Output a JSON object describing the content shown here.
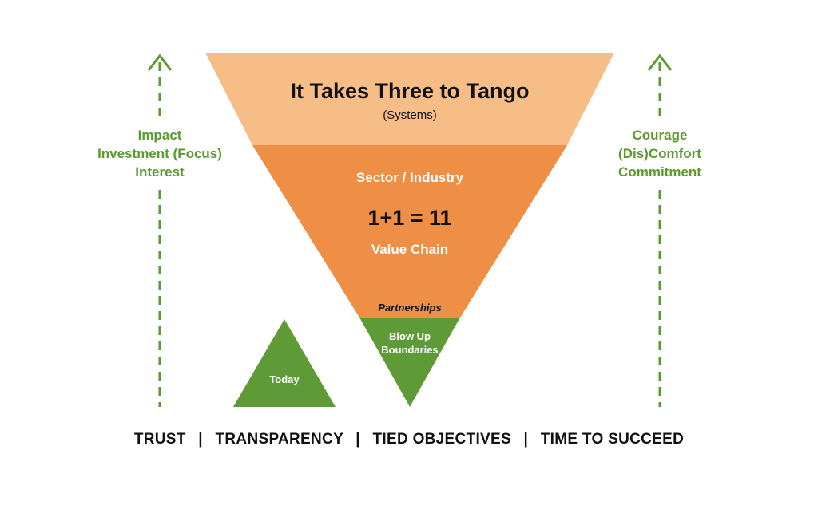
{
  "colors": {
    "top_band": "#f7bd87",
    "middle_band": "#ef8e45",
    "tip": "#5e9a36",
    "arrows": "#5a9a2e",
    "text_dark": "#111111",
    "text_light": "#ffffff"
  },
  "funnel": {
    "title": "It Takes Three to Tango",
    "subtitle": "(Systems)",
    "middle": {
      "line1": "Sector / Industry",
      "equation": "1+1 = 11",
      "line2": "Value Chain"
    },
    "partnerships": "Partnerships",
    "tip_line1": "Blow Up",
    "tip_line2": "Boundaries"
  },
  "today_label": "Today",
  "left_side": {
    "line1": "Impact",
    "line2": "Investment (Focus)",
    "line3": "Interest"
  },
  "right_side": {
    "line1": "Courage",
    "line2": "(Dis)Comfort",
    "line3": "Commitment"
  },
  "footer": {
    "items": [
      "TRUST",
      "TRANSPARENCY",
      "TIED OBJECTIVES",
      "TIME TO SUCCEED"
    ],
    "separator": "|"
  },
  "icons": {
    "left_arrow": "dashed-up-arrow-icon",
    "right_arrow": "dashed-up-arrow-icon"
  }
}
